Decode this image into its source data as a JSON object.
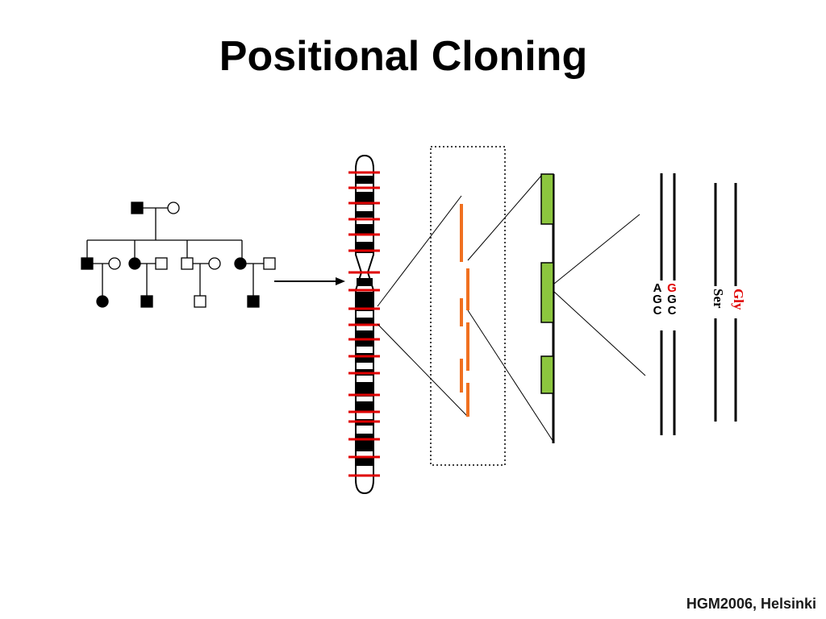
{
  "slide": {
    "title": "Positional Cloning",
    "footer": "HGM2006, Helsinki"
  },
  "sequence": {
    "reference_codon": [
      "A",
      "G",
      "C"
    ],
    "mutant_codon": [
      "G",
      "G",
      "C"
    ],
    "reference_amino_acid": "Ser",
    "mutant_amino_acid": "Gly"
  },
  "colors": {
    "mutation": "#e00000",
    "marker": "#e00000",
    "clone": "#f07020",
    "exon": "#8cc63e",
    "ink": "#000000"
  }
}
